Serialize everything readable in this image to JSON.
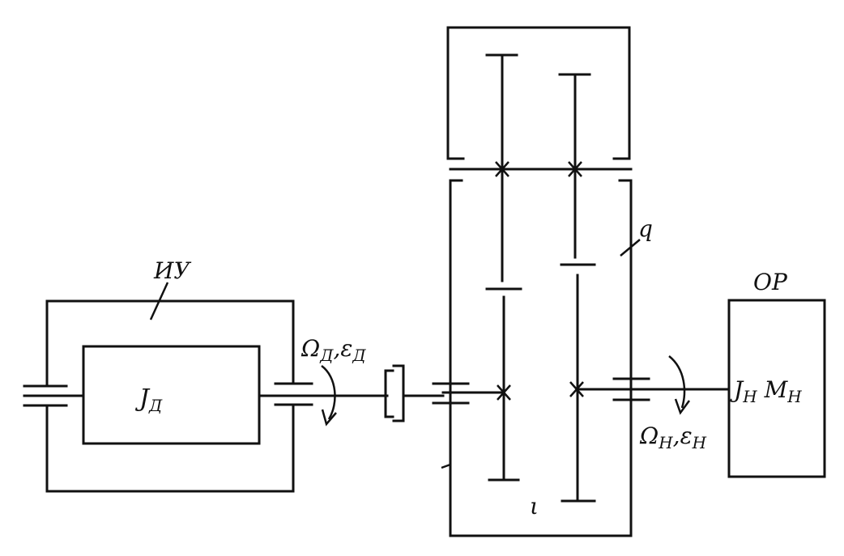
{
  "labels": {
    "iu": "ИУ",
    "or": "ОР",
    "j_d": "J",
    "j_d_sub": "Д",
    "omega_d": "Ω",
    "omega_d_sub": "Д",
    "eps_d": "ε",
    "eps_d_sub": "Д",
    "j_n": "J",
    "j_n_sub": "Н",
    "m_n": "M",
    "m_n_sub": "Н",
    "omega_n": "Ω",
    "omega_n_sub": "Н",
    "eps_n": "ε",
    "eps_n_sub": "Н",
    "q": "q",
    "i": "ι"
  }
}
